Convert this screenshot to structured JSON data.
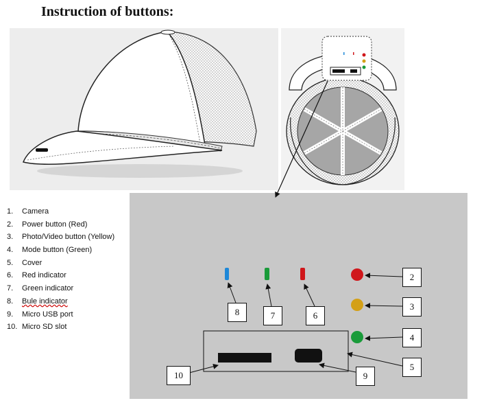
{
  "title": "Instruction of buttons:",
  "legend": [
    {
      "num": "1.",
      "label": "Camera"
    },
    {
      "num": "2.",
      "label": "Power button (Red)"
    },
    {
      "num": "3.",
      "label": "Photo/Video button (Yellow)"
    },
    {
      "num": "4.",
      "label": "Mode button (Green)"
    },
    {
      "num": "5.",
      "label": "Cover"
    },
    {
      "num": "6.",
      "label": "Red indicator"
    },
    {
      "num": "7.",
      "label": "Green indicator"
    },
    {
      "num": "8.",
      "label": "Bule indicator"
    },
    {
      "num": "9.",
      "label": "Micro USB port"
    },
    {
      "num": "10.",
      "label": "Micro SD slot"
    }
  ],
  "callouts": {
    "c2": "2",
    "c3": "3",
    "c4": "4",
    "c5": "5",
    "c6": "6",
    "c7": "7",
    "c8": "8",
    "c9": "9",
    "c10": "10"
  },
  "colors": {
    "panel": "#c8c8c8",
    "red_button": "#d0171b",
    "yellow_button": "#d4a017",
    "green_button": "#1a9b3a",
    "blue_indicator": "#1e88d8",
    "green_indicator": "#1a9b3a",
    "red_indicator": "#d0171b",
    "slot": "#111111"
  }
}
